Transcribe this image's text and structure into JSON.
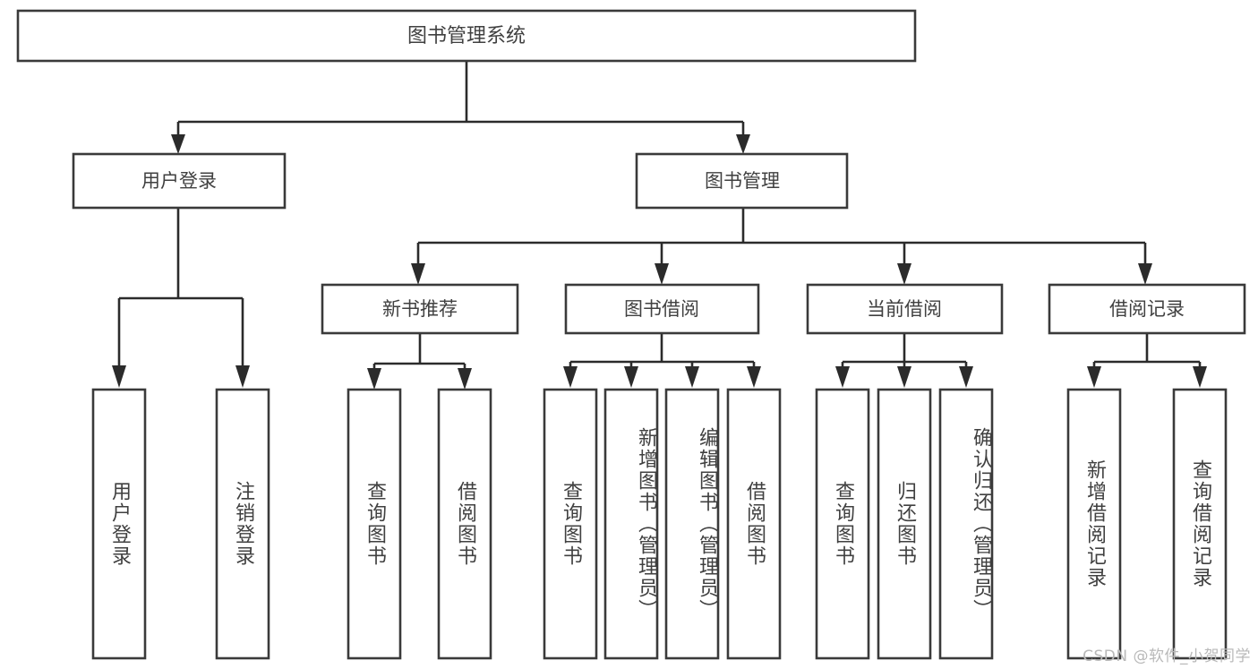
{
  "diagram": {
    "type": "hierarchy-tree",
    "title": "图书管理系统",
    "colors": {
      "background": "#ffffff",
      "box_stroke": "#3a3a3a",
      "box_fill": "#ffffff",
      "connector": "#2b2b2b",
      "text": "#404040",
      "watermark": "#b9b9b9"
    },
    "root": {
      "label": "图书管理系统"
    },
    "level1": [
      {
        "id": "user-login",
        "label": "用户登录"
      },
      {
        "id": "book-management",
        "label": "图书管理"
      }
    ],
    "level2": [
      {
        "id": "new-book-recommend",
        "label": "新书推荐",
        "parent": "book-management"
      },
      {
        "id": "book-borrow",
        "label": "图书借阅",
        "parent": "book-management"
      },
      {
        "id": "current-borrow",
        "label": "当前借阅",
        "parent": "book-management"
      },
      {
        "id": "borrow-record",
        "label": "借阅记录",
        "parent": "book-management"
      }
    ],
    "leaves": [
      {
        "id": "leaf-user-login",
        "label": "用户登录",
        "parent": "user-login"
      },
      {
        "id": "leaf-logout-login",
        "label": "注销登录",
        "parent": "user-login"
      },
      {
        "id": "leaf-query-book-1",
        "label": "查询图书",
        "parent": "new-book-recommend"
      },
      {
        "id": "leaf-borrow-book-1",
        "label": "借阅图书",
        "parent": "new-book-recommend"
      },
      {
        "id": "leaf-query-book-2",
        "label": "查询图书",
        "parent": "book-borrow"
      },
      {
        "id": "leaf-add-book",
        "label": "新增图书（管理员）",
        "parent": "book-borrow"
      },
      {
        "id": "leaf-edit-book",
        "label": "编辑图书（管理员）",
        "parent": "book-borrow"
      },
      {
        "id": "leaf-borrow-book-2",
        "label": "借阅图书",
        "parent": "book-borrow"
      },
      {
        "id": "leaf-query-book-3",
        "label": "查询图书",
        "parent": "current-borrow"
      },
      {
        "id": "leaf-return-book",
        "label": "归还图书",
        "parent": "current-borrow"
      },
      {
        "id": "leaf-confirm-return",
        "label": "确认归还（管理员）",
        "parent": "current-borrow"
      },
      {
        "id": "leaf-add-record",
        "label": "新增借阅记录",
        "parent": "borrow-record"
      },
      {
        "id": "leaf-query-record",
        "label": "查询借阅记录",
        "parent": "borrow-record"
      }
    ]
  },
  "watermark": {
    "text": "CSDN @软件_小贺同学"
  }
}
